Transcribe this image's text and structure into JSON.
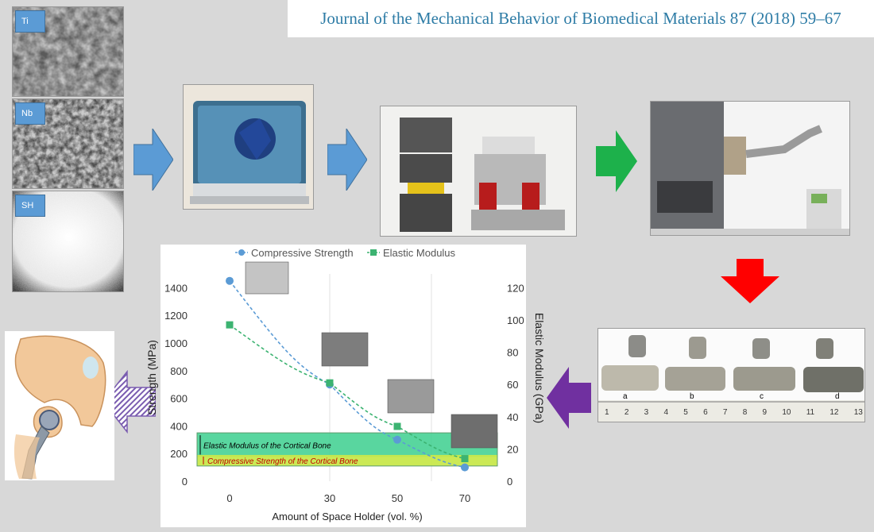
{
  "journal": {
    "citation": "Journal of the Mechanical Behavior of Biomedical Materials 87 (2018) 59–67"
  },
  "powders": [
    {
      "label": "Ti"
    },
    {
      "label": "Nb"
    },
    {
      "label": "SH"
    }
  ],
  "samples": {
    "labels": [
      "a",
      "b",
      "c",
      "d"
    ],
    "ruler_numbers": [
      "1",
      "2",
      "3",
      "4",
      "5",
      "6",
      "7",
      "8",
      "9",
      "10",
      "11",
      "12",
      "13"
    ]
  },
  "colors": {
    "blue_arrow": "#5b9bd5",
    "green_arrow": "#1db14b",
    "red_arrow": "#ff0000",
    "purple_arrow": "#7030a0",
    "strength_series": "#5b9bd5",
    "modulus_series": "#3cb371"
  },
  "chart_data": {
    "type": "scatter",
    "xlabel": "Amount of  Space Holder (vol. %)",
    "ylabel": "Strength (MPa)",
    "y2label": "Elastic Modulus (GPa)",
    "x_ticks": [
      "0",
      "30",
      "50",
      "70"
    ],
    "y_ticks": [
      "0",
      "200",
      "400",
      "600",
      "800",
      "1000",
      "1200",
      "1400"
    ],
    "y2_ticks": [
      "0",
      "20",
      "40",
      "60",
      "80",
      "100",
      "120"
    ],
    "ylim": [
      0,
      1500
    ],
    "y2lim": [
      0,
      128.6
    ],
    "x": [
      0,
      30,
      50,
      70
    ],
    "series": [
      {
        "name": "Compressive Strength",
        "axis": "left",
        "values": [
          1450,
          700,
          300,
          100
        ],
        "marker": "circle",
        "color": "#5b9bd5"
      },
      {
        "name": "Elastic Modulus",
        "axis": "right",
        "values": [
          97,
          61,
          34,
          14
        ],
        "marker": "square",
        "color": "#3cb371"
      }
    ],
    "bands": [
      {
        "label": "Elastic Modulus of the Cortical Bone",
        "axis": "right",
        "range": [
          15,
          30
        ],
        "color": "#3ccf8e"
      },
      {
        "label": "Compressive Strength of the Cortical Bone",
        "axis": "left",
        "range": [
          110,
          190
        ],
        "color": "#c8e84c"
      }
    ],
    "legend": "top",
    "grid": false
  }
}
